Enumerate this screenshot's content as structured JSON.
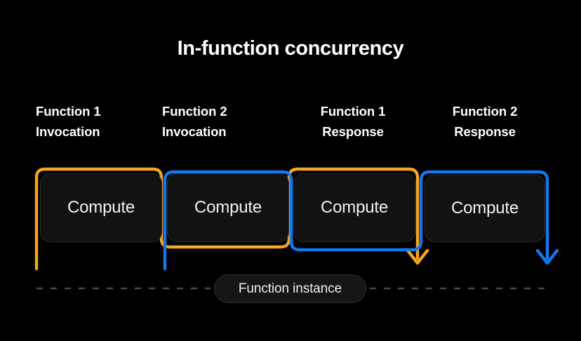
{
  "title": "In-function concurrency",
  "colors": {
    "background": "#000000",
    "orange": "#f5a623",
    "blue": "#1278f0",
    "box_fill": "#121212",
    "box_border": "#2b2b2b",
    "dashed_line": "#4a4a4a",
    "text": "#ffffff"
  },
  "captions": [
    {
      "id": "function-1-invocation",
      "text": "Function 1\nInvocation",
      "align": "left"
    },
    {
      "id": "function-2-invocation",
      "text": "Function 2\nInvocation",
      "align": "left"
    },
    {
      "id": "function-1-response",
      "text": "Function 1\nResponse",
      "align": "center"
    },
    {
      "id": "function-2-response",
      "text": "Function 2\nResponse",
      "align": "center"
    }
  ],
  "compute_boxes": [
    {
      "id": "compute-block-1",
      "label": "Compute",
      "wire": "orange"
    },
    {
      "id": "compute-block-2",
      "label": "Compute",
      "wire": "blue"
    },
    {
      "id": "compute-block-3",
      "label": "Compute",
      "wire": "orange"
    },
    {
      "id": "compute-block-4",
      "label": "Compute",
      "wire": "blue"
    }
  ],
  "timeline": {
    "instance_label": "Function instance",
    "dashed": true
  },
  "arrows": [
    {
      "id": "function-1-response-arrow",
      "color": "orange"
    },
    {
      "id": "function-2-response-arrow",
      "color": "blue"
    }
  ]
}
